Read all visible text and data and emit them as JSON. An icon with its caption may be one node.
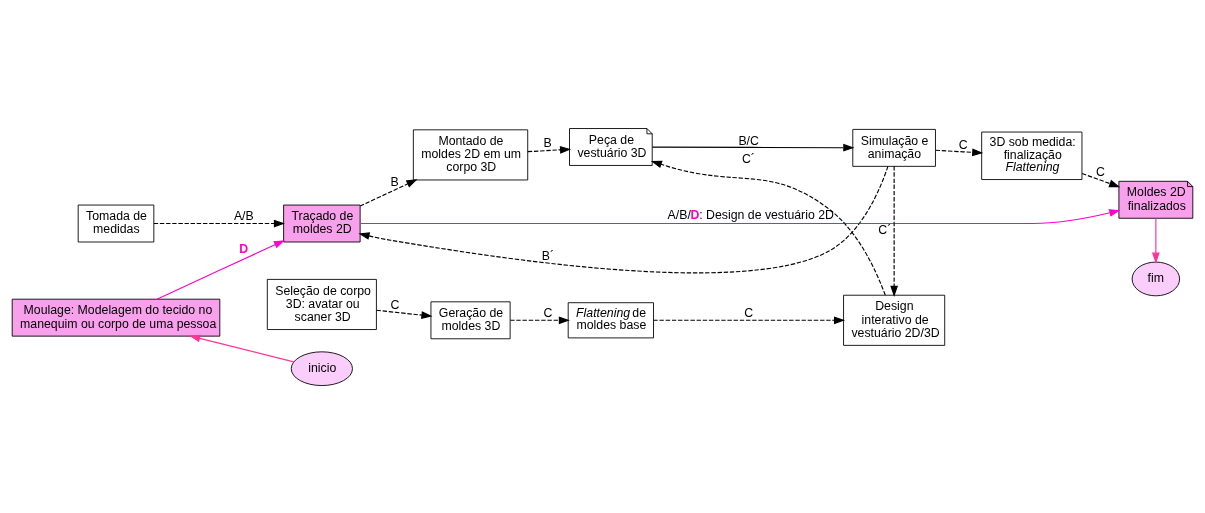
{
  "diagram": {
    "nodes": [
      {
        "text": [
          "Tomada de medidas"
        ]
      },
      {
        "text": [
          "Traçado de moldes 2D"
        ]
      },
      {
        "text": [
          "Montado de moldes 2D em um corpo 3D"
        ]
      },
      {
        "text": [
          "Peça de vestuário 3D"
        ]
      },
      {
        "text": [
          "Simulação e animação"
        ]
      },
      {
        "text": [
          "Moldes 2D finalizados"
        ]
      },
      {
        "text": [
          "Seleção de corpo 3D: avatar ou scaner 3D"
        ]
      },
      {
        "text": [
          "Geração de moldes 3D"
        ]
      },
      {
        "text": [
          "*Flattening* de moldes base"
        ]
      },
      {
        "text": [
          "Design interativo de vestuário 2D/3D"
        ]
      },
      {
        "text": [
          "3D sob medida: finalização *Flattening*"
        ]
      },
      {
        "text": [
          "fim"
        ]
      },
      {
        "text": [
          "Moulage: Modelagem do tecido no manequim ou corpo de uma pessoa"
        ]
      },
      {
        "text": [
          "inicio"
        ]
      }
    ],
    "edges": [
      {
        "from": 0,
        "to": 1,
        "arrow": "to",
        "label": "A/B",
        "style": "dashed"
      },
      {
        "from": 1,
        "to": 2,
        "arrow": "to",
        "label": "B",
        "style": "dashed"
      },
      {
        "from": 2,
        "to": 3,
        "arrow": "to",
        "label": "B",
        "style": "dashed"
      },
      {
        "from": 3,
        "to": 4,
        "arrow": "to",
        "label": "B/C"
      },
      {
        "from": 1,
        "to": 5,
        "arrow": "to",
        "label": "A/B/**D**: Design de vestuário 2D",
        "color": "#ff00cc"
      },
      {
        "from": 6,
        "to": 7,
        "arrow": "to",
        "label": "C",
        "style": "dashed"
      },
      {
        "from": 7,
        "to": 8,
        "arrow": "to",
        "label": "C",
        "style": "dashed"
      },
      {
        "from": 8,
        "to": 9,
        "arrow": "to",
        "label": "C",
        "style": "dashed"
      },
      {
        "from": 9,
        "to": 3,
        "arrow": "to",
        "label": "C´",
        "style": "dashed"
      },
      {
        "from": 4,
        "to": 9,
        "arrow": "to",
        "label": "C´",
        "style": "dashed"
      },
      {
        "from": 4,
        "to": 1,
        "arrow": "to",
        "label": "B´",
        "style": "dashed"
      },
      {
        "from": 4,
        "to": 10,
        "arrow": "to",
        "label": "C",
        "style": "dashed"
      },
      {
        "from": 10,
        "to": 5,
        "arrow": "to",
        "label": "C",
        "style": "dashed"
      },
      {
        "from": 5,
        "to": 11,
        "arrow": "to",
        "color": "#ff3399"
      },
      {
        "from": 12,
        "to": 1,
        "arrow": "to",
        "label": "**D**",
        "color": "#ff00cc"
      },
      {
        "from": 13,
        "to": 12,
        "arrow": "to",
        "color": "#ff3399"
      }
    ]
  }
}
